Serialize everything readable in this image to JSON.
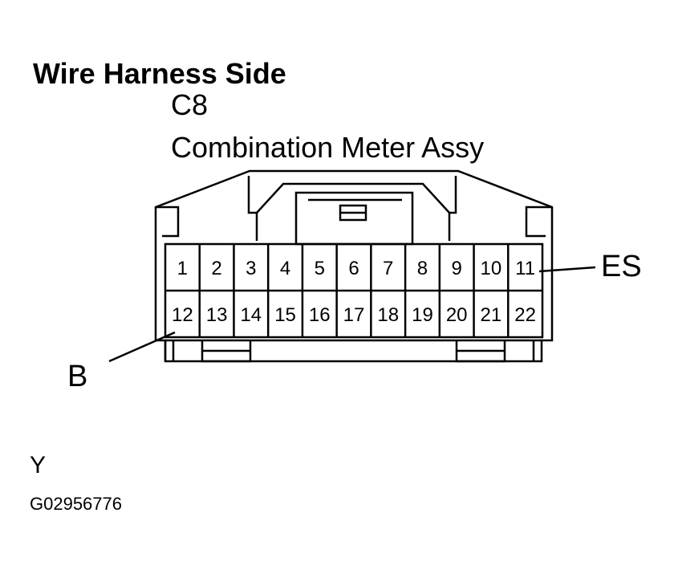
{
  "title": "Wire Harness Side",
  "connector": {
    "id": "C8",
    "name": "Combination Meter Assy",
    "row_top": [
      "1",
      "2",
      "3",
      "4",
      "5",
      "6",
      "7",
      "8",
      "9",
      "10",
      "11"
    ],
    "row_bottom": [
      "12",
      "13",
      "14",
      "15",
      "16",
      "17",
      "18",
      "19",
      "20",
      "21",
      "22"
    ]
  },
  "callouts": {
    "es": "ES",
    "b": "B"
  },
  "footer": {
    "code": "Y",
    "figure_id": "G02956776"
  }
}
